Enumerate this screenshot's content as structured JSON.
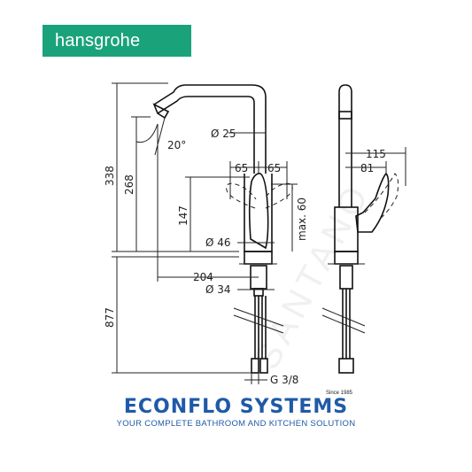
{
  "brand": {
    "name": "hansgrohe",
    "color": "#1aa37a"
  },
  "dimensions": {
    "d25": "Ø 25",
    "d46": "Ø 46",
    "d34": "Ø 34",
    "angle": "20°",
    "w65a": "65",
    "w65b": "65",
    "w115": "115",
    "w81": "81",
    "h338": "338",
    "h268": "268",
    "h147": "147",
    "hmax60": "max. 60",
    "w204": "204",
    "h877": "877",
    "thread": "G 3/8"
  },
  "watermark": "SANTANO",
  "footer": {
    "title": "ECONFLO SYSTEMS",
    "since": "Since 1985",
    "subtitle": "YOUR COMPLETE BATHROOM AND KITCHEN SOLUTION",
    "color": "#1f5aa7"
  }
}
